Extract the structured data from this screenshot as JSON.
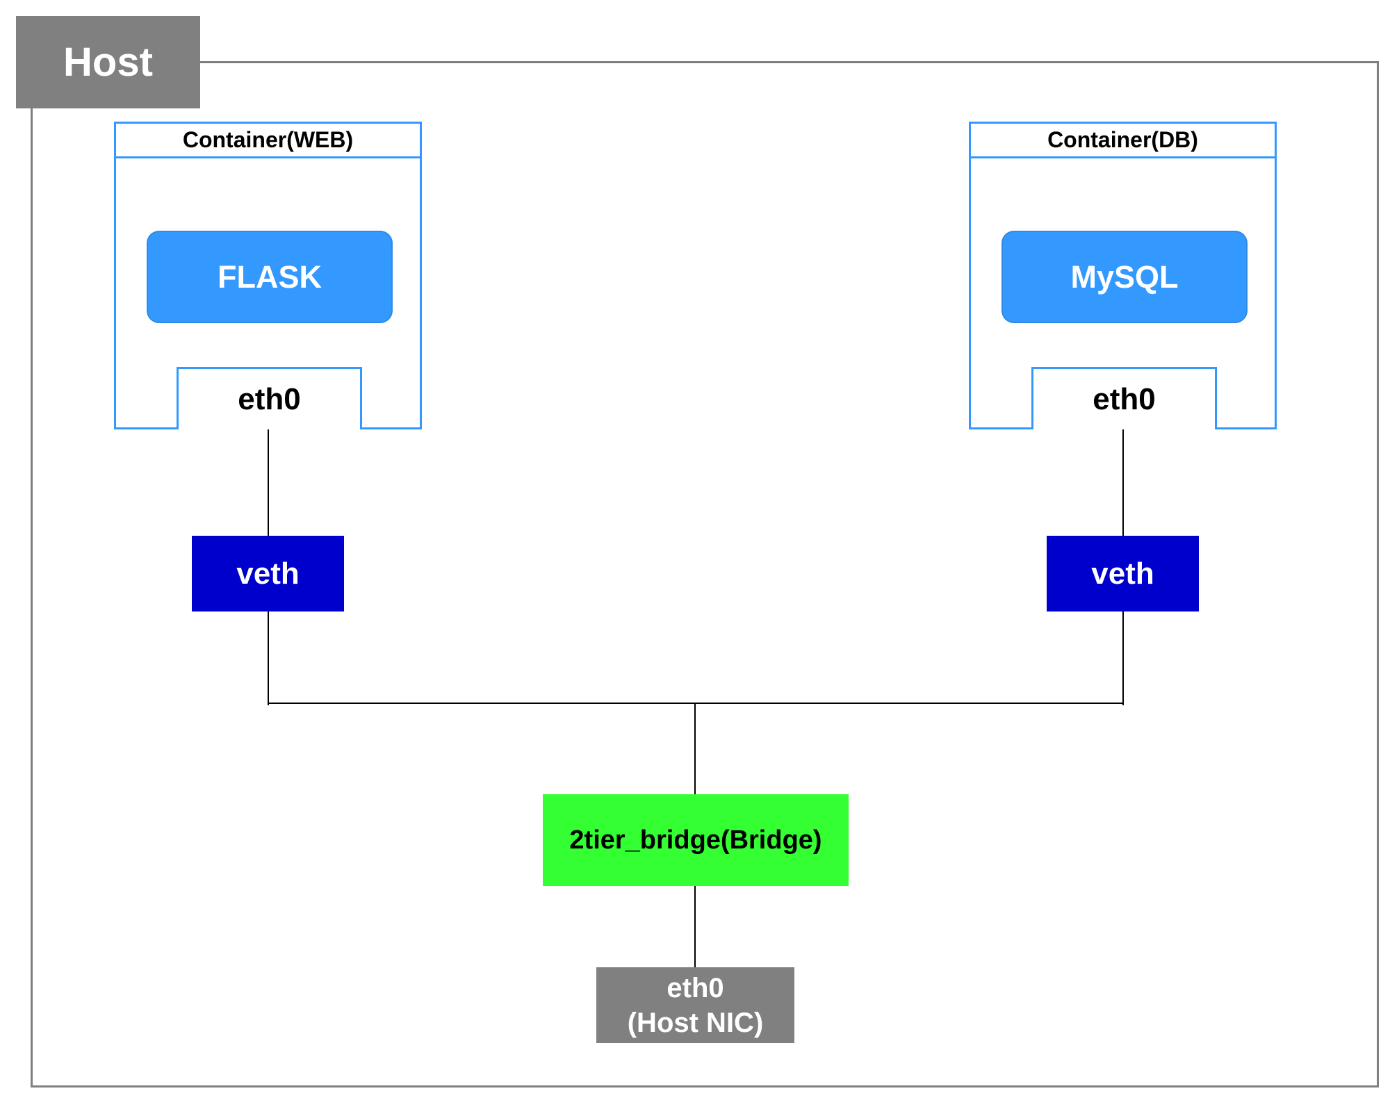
{
  "host": {
    "label": "Host"
  },
  "containers": [
    {
      "title": "Container(WEB)",
      "app": "FLASK",
      "interface": "eth0",
      "veth": "veth"
    },
    {
      "title": "Container(DB)",
      "app": "MySQL",
      "interface": "eth0",
      "veth": "veth"
    }
  ],
  "bridge": {
    "label": "2tier_bridge(Bridge)"
  },
  "host_nic": {
    "line1": "eth0",
    "line2": "(Host NIC)"
  },
  "colors": {
    "host_gray": "#808080",
    "container_border": "#3399ff",
    "app_fill": "#3399ff",
    "veth_fill": "#0000cc",
    "bridge_fill": "#33ff33",
    "wire": "#000000"
  }
}
